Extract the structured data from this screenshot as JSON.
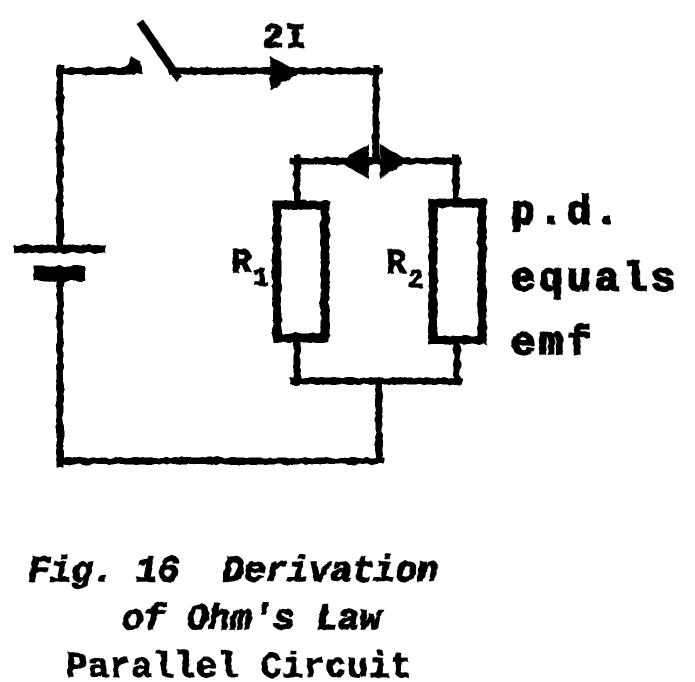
{
  "page": {
    "background": "#ffffff",
    "ink_color": "#050505"
  },
  "circuit": {
    "current_label": "2I",
    "resistors": [
      {
        "symbol": "R",
        "subscript": "1"
      },
      {
        "symbol": "R",
        "subscript": "2"
      }
    ],
    "annotation": {
      "line1": "p.d.",
      "line2": "equals",
      "line3": "emf"
    }
  },
  "caption": {
    "line1": "Fig. 16  Derivation",
    "line2": "of Ohm's Law",
    "line3": "Parallel Circuit"
  }
}
